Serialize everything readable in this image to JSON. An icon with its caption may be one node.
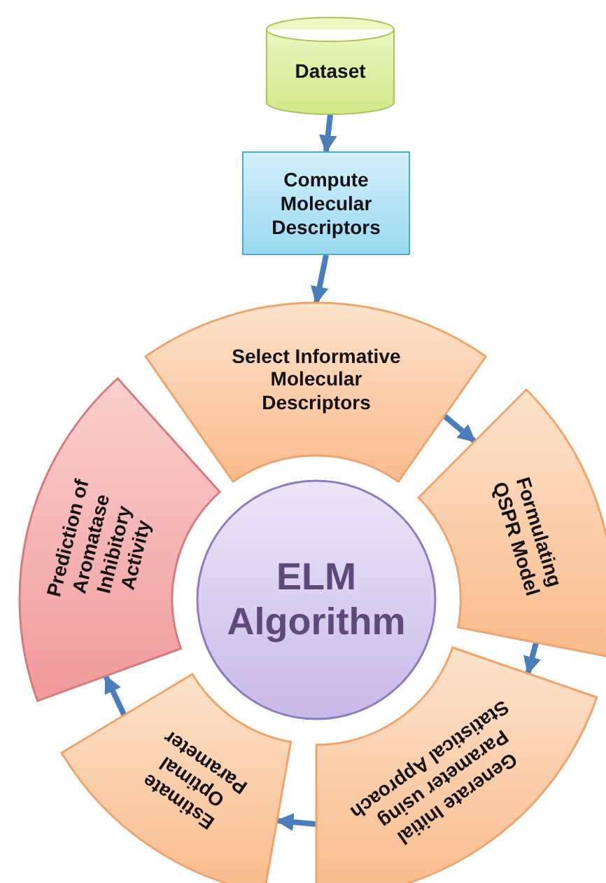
{
  "diagram": {
    "nodes": [
      {
        "text": [
          "Dataset"
        ]
      },
      {
        "text": [
          "Compute Molecular Descriptors"
        ]
      },
      {
        "text": [
          "Select Informative Molecular Descriptors"
        ]
      },
      {
        "text": [
          "Formulating QSPR Model"
        ]
      },
      {
        "text": [
          "Prediction of Aromatase Inhibitory Activity"
        ]
      },
      {
        "text": [
          "ELM Algorithm"
        ]
      },
      {
        "text": [
          "Generate Initial Parameter using Statistical Approach"
        ]
      },
      {
        "text": [
          "Estimate Optimal Parameter"
        ]
      }
    ],
    "edges": [
      {
        "from": 0,
        "to": 1,
        "arrow": "to"
      },
      {
        "from": 1,
        "to": 2,
        "arrow": "to"
      },
      {
        "from": 2,
        "to": 3,
        "arrow": "to"
      },
      {
        "from": 3,
        "to": 6,
        "arrow": "to"
      },
      {
        "from": 6,
        "to": 7,
        "arrow": "to"
      },
      {
        "from": 7,
        "to": 4,
        "arrow": "to"
      }
    ]
  }
}
